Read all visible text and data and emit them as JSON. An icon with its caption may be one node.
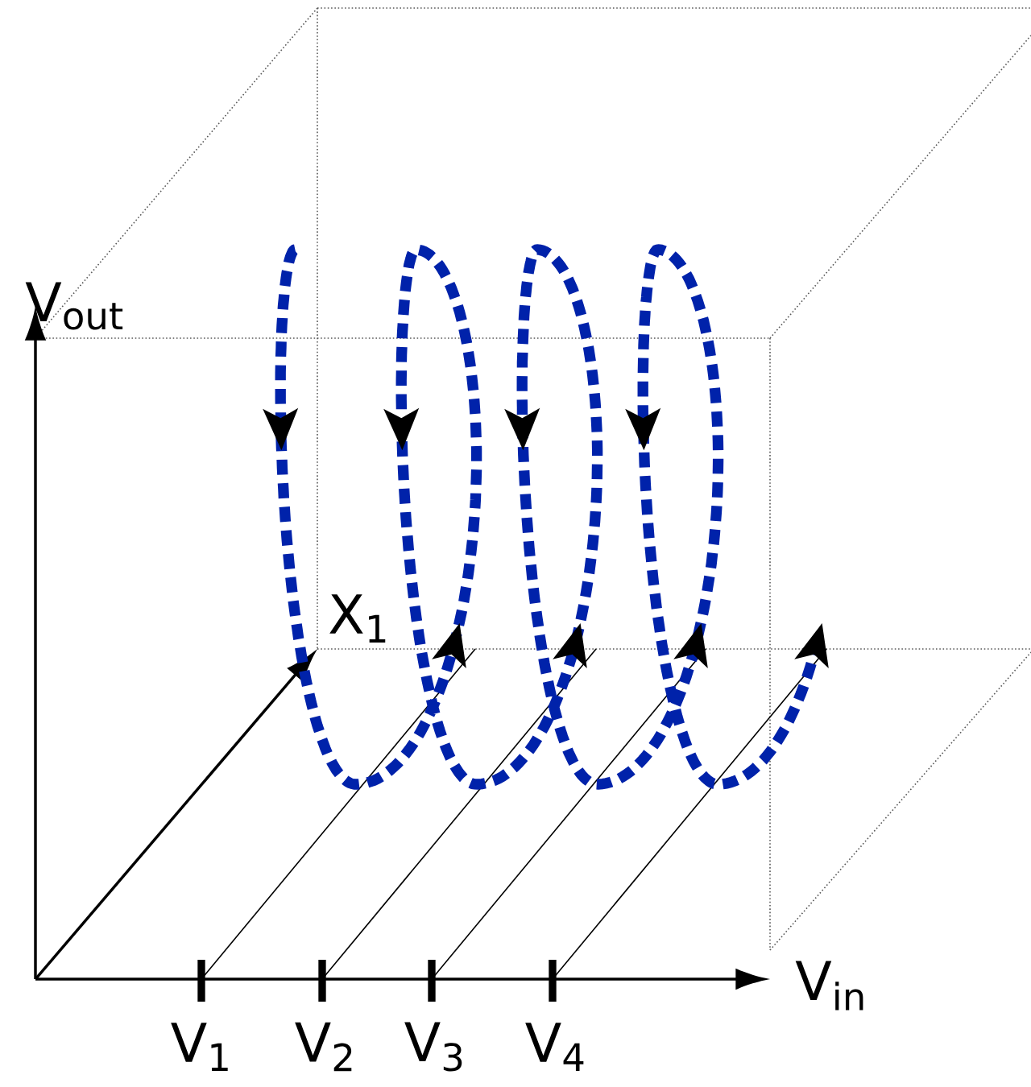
{
  "diagram": {
    "labels": [
      "V$_{out}$",
      "X$_{1}$",
      "V$_{in}$",
      "V$_{1}$",
      "V$_{2}$",
      "V$_{3}$",
      "V$_{4}$"
    ]
  }
}
